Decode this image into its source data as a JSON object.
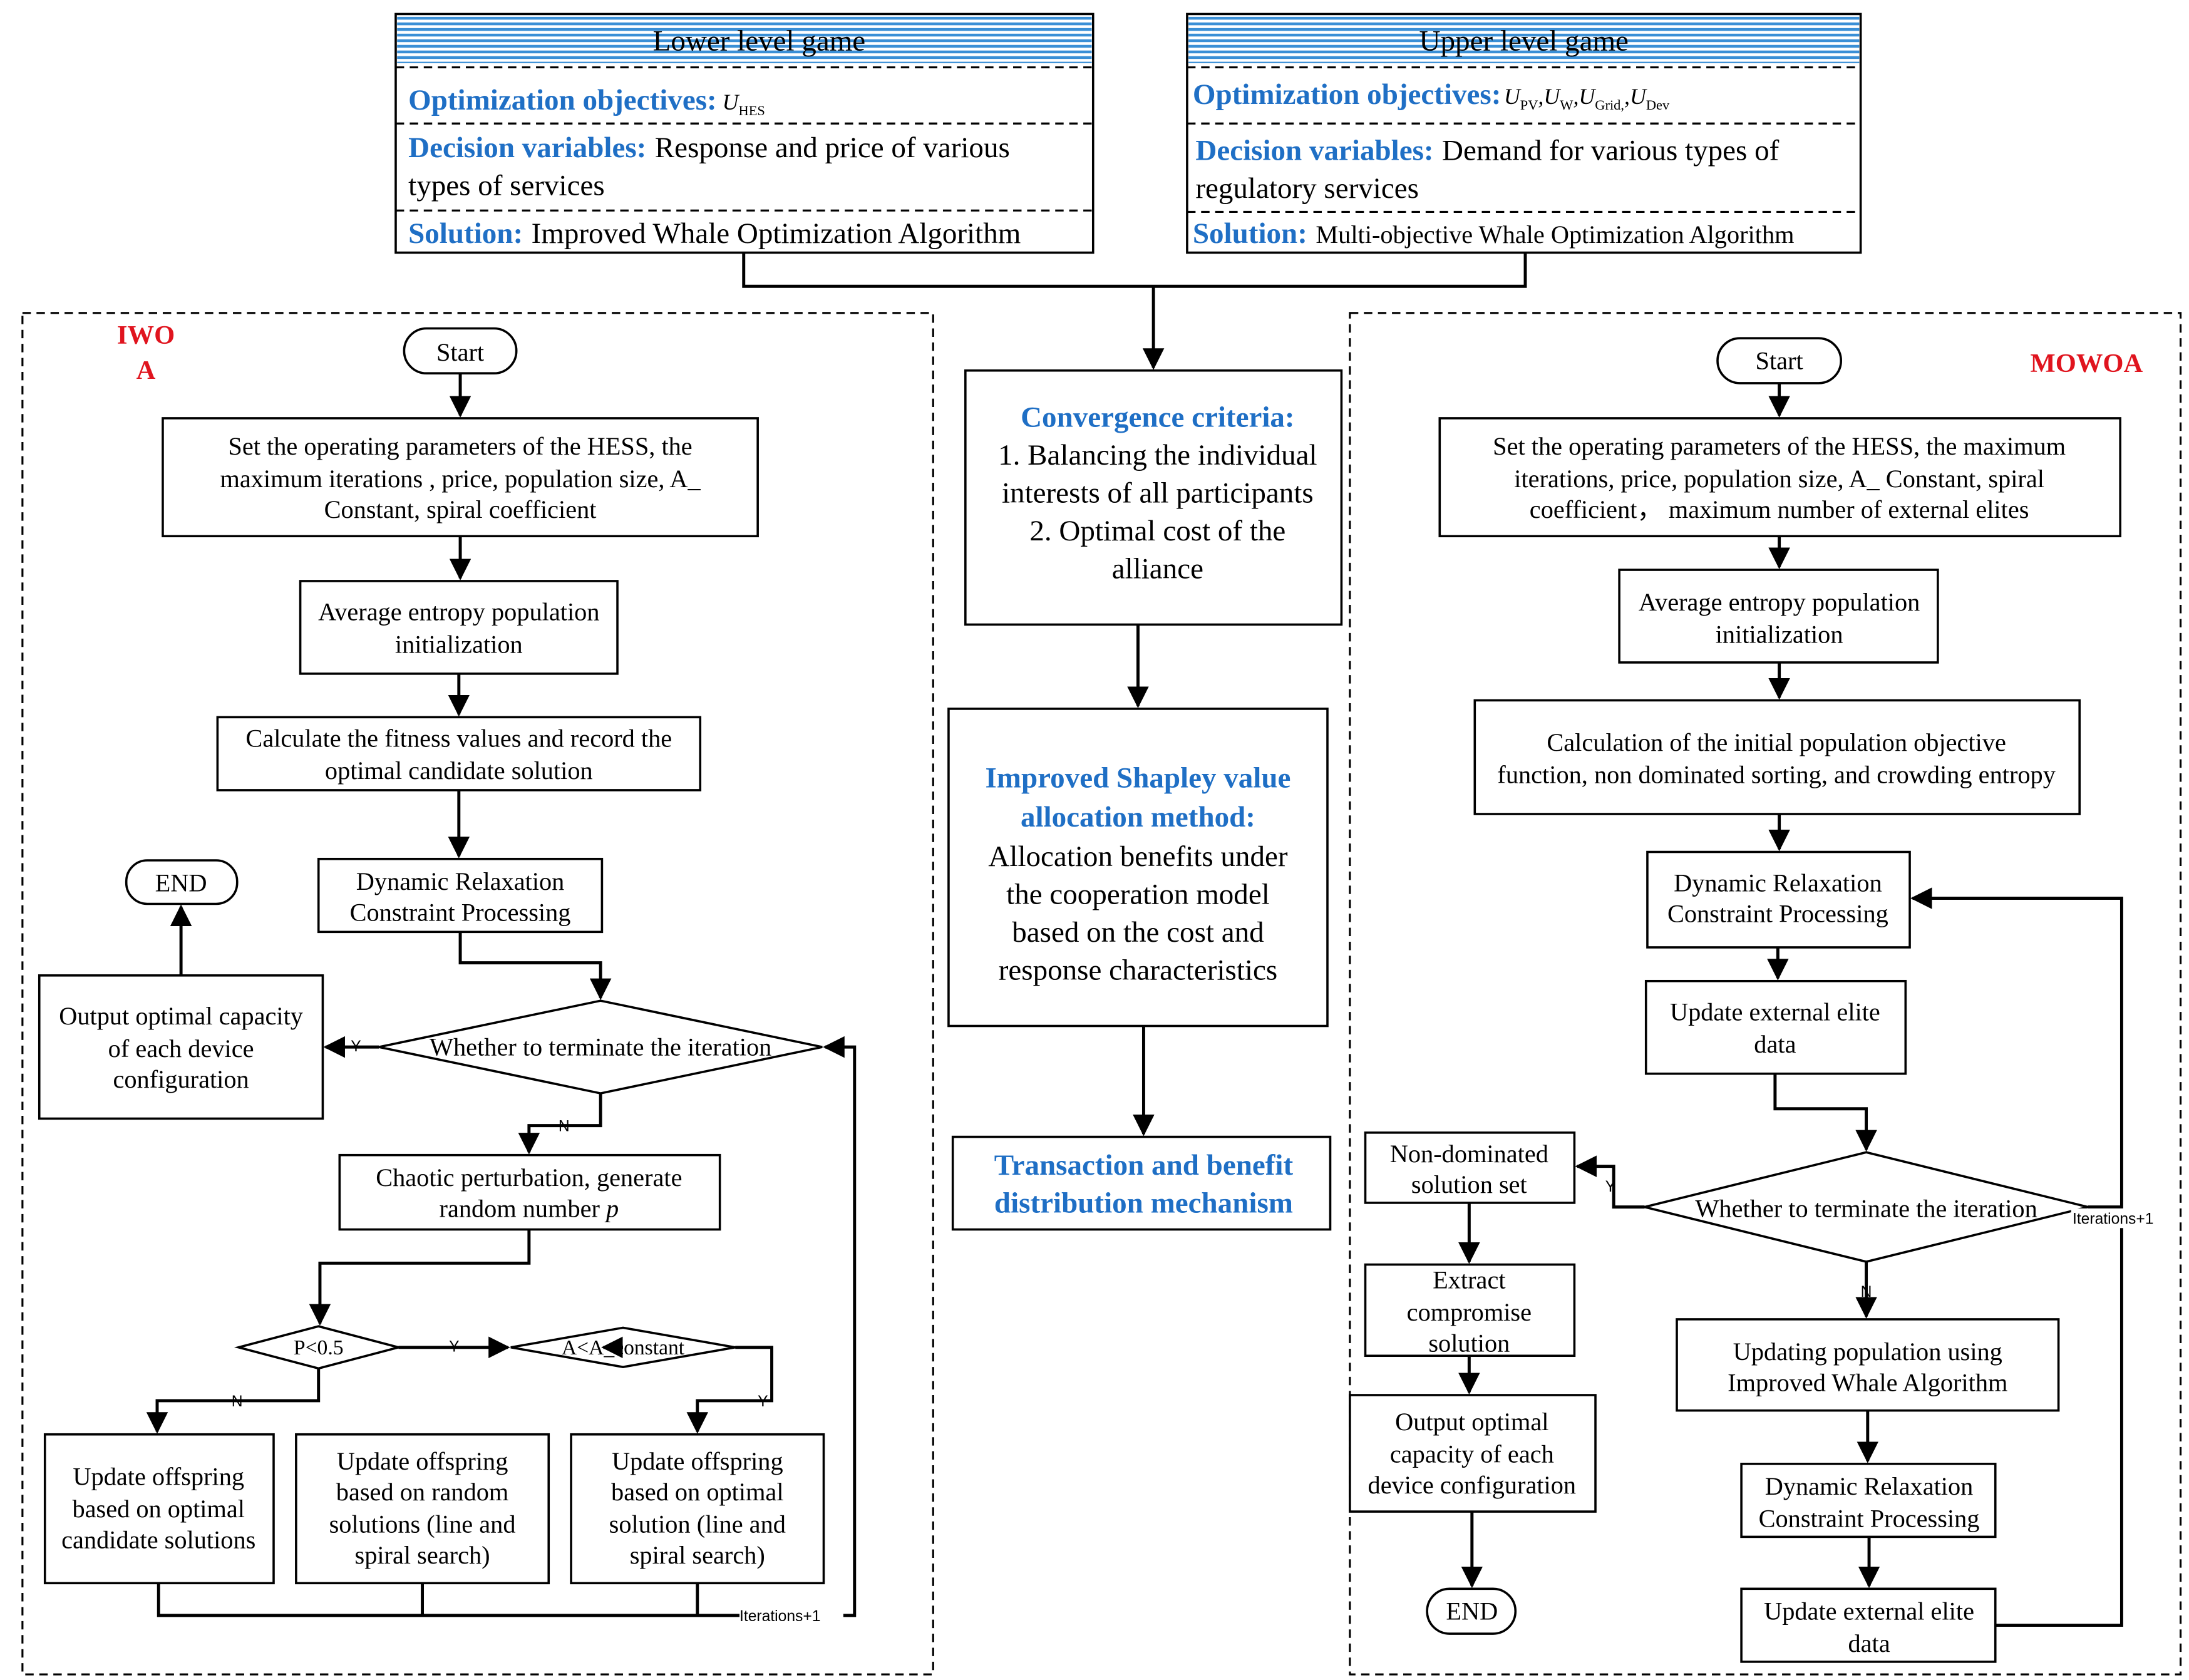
{
  "lower_game": {
    "title": "Lower level game",
    "objectives_label": "Optimization objectives:",
    "objectives_value": "U",
    "objectives_sub": "HES",
    "decision_label": "Decision variables:",
    "decision_line1": "Response and price of various",
    "decision_line2": "types of services",
    "solution_label": "Solution:",
    "solution_value": "Improved Whale Optimization Algorithm"
  },
  "upper_game": {
    "title": "Upper level game",
    "objectives_label": "Optimization objectives:",
    "objectives_parts": [
      {
        "base": "U",
        "sub": "PV"
      },
      {
        "base": ",U",
        "sub": "W"
      },
      {
        "base": ",U",
        "sub": "Grid,"
      },
      {
        "base": ",U",
        "sub": "Dev"
      }
    ],
    "decision_label": "Decision variables:",
    "decision_line1": "Demand for various types of",
    "decision_line2": "regulatory services",
    "solution_label": "Solution:",
    "solution_value": "Multi-objective Whale Optimization Algorithm"
  },
  "center": {
    "convergence_title": "Convergence criteria:",
    "convergence_lines": [
      "1. Balancing the individual",
      "interests of all participants",
      "2. Optimal cost of the",
      "alliance"
    ],
    "shapley_title_lines": [
      "Improved Shapley value",
      "allocation method:"
    ],
    "shapley_lines": [
      "Allocation benefits under",
      "the cooperation model",
      "based on the cost and",
      "response characteristics"
    ],
    "transaction_lines": [
      "Transaction and benefit",
      "distribution mechanism"
    ]
  },
  "iwoa": {
    "title_lines": [
      "IWO",
      "A"
    ],
    "start": "Start",
    "set_params": [
      "Set the operating parameters of the HESS, the",
      "maximum  iterations , price, population size, A_",
      "Constant, spiral coefficient"
    ],
    "init": [
      "Average entropy population",
      "initialization"
    ],
    "fitness": [
      "Calculate the fitness values and record the",
      "optimal candidate solution"
    ],
    "relax": [
      "Dynamic Relaxation",
      "Constraint Processing"
    ],
    "end": "END",
    "output": [
      "Output optimal capacity",
      "of each device",
      "configuration"
    ],
    "terminate": "Whether to terminate the iteration",
    "chaotic_line1": "Chaotic perturbation, generate",
    "chaotic_line2": "random number ",
    "chaotic_var": "p",
    "p_cond": "P<0.5",
    "a_cond": "A<A_constant",
    "upd_optimal_candidates": [
      "Update offspring",
      "based on optimal",
      "candidate solutions"
    ],
    "upd_random": [
      "Update offspring",
      "based on random",
      "solutions (line and",
      "spiral search)"
    ],
    "upd_optimal": [
      "Update offspring",
      "based on optimal",
      "solution (line and",
      "spiral search)"
    ],
    "iter_label": "Iterations+1",
    "y": "Y",
    "n": "N"
  },
  "mowoa": {
    "title": "MOWOA",
    "start": "Start",
    "set_params": [
      "Set the operating parameters of the HESS, the maximum",
      "iterations, price, population size, A_ Constant, spiral",
      "coefficient， maximum number of external elites"
    ],
    "init": [
      "Average entropy population",
      "initialization"
    ],
    "calc": [
      "Calculation of the initial population objective",
      "function, non dominated sorting, and crowding entropy"
    ],
    "relax1": [
      "Dynamic Relaxation",
      "Constraint Processing"
    ],
    "update_elite1": [
      "Update external elite",
      "data"
    ],
    "terminate": "Whether to terminate the iteration",
    "nondom": [
      "Non-dominated",
      "solution set"
    ],
    "extract": [
      "Extract",
      "compromise",
      "solution"
    ],
    "output": [
      "Output optimal",
      "capacity of each",
      "device configuration"
    ],
    "end": "END",
    "updating_pop": [
      "Updating population using",
      "Improved Whale Algorithm"
    ],
    "relax2": [
      "Dynamic Relaxation",
      "Constraint Processing"
    ],
    "update_elite2": [
      "Update external elite",
      "data"
    ],
    "iter_label": "Iterations+1",
    "y": "Y",
    "n": "N"
  }
}
